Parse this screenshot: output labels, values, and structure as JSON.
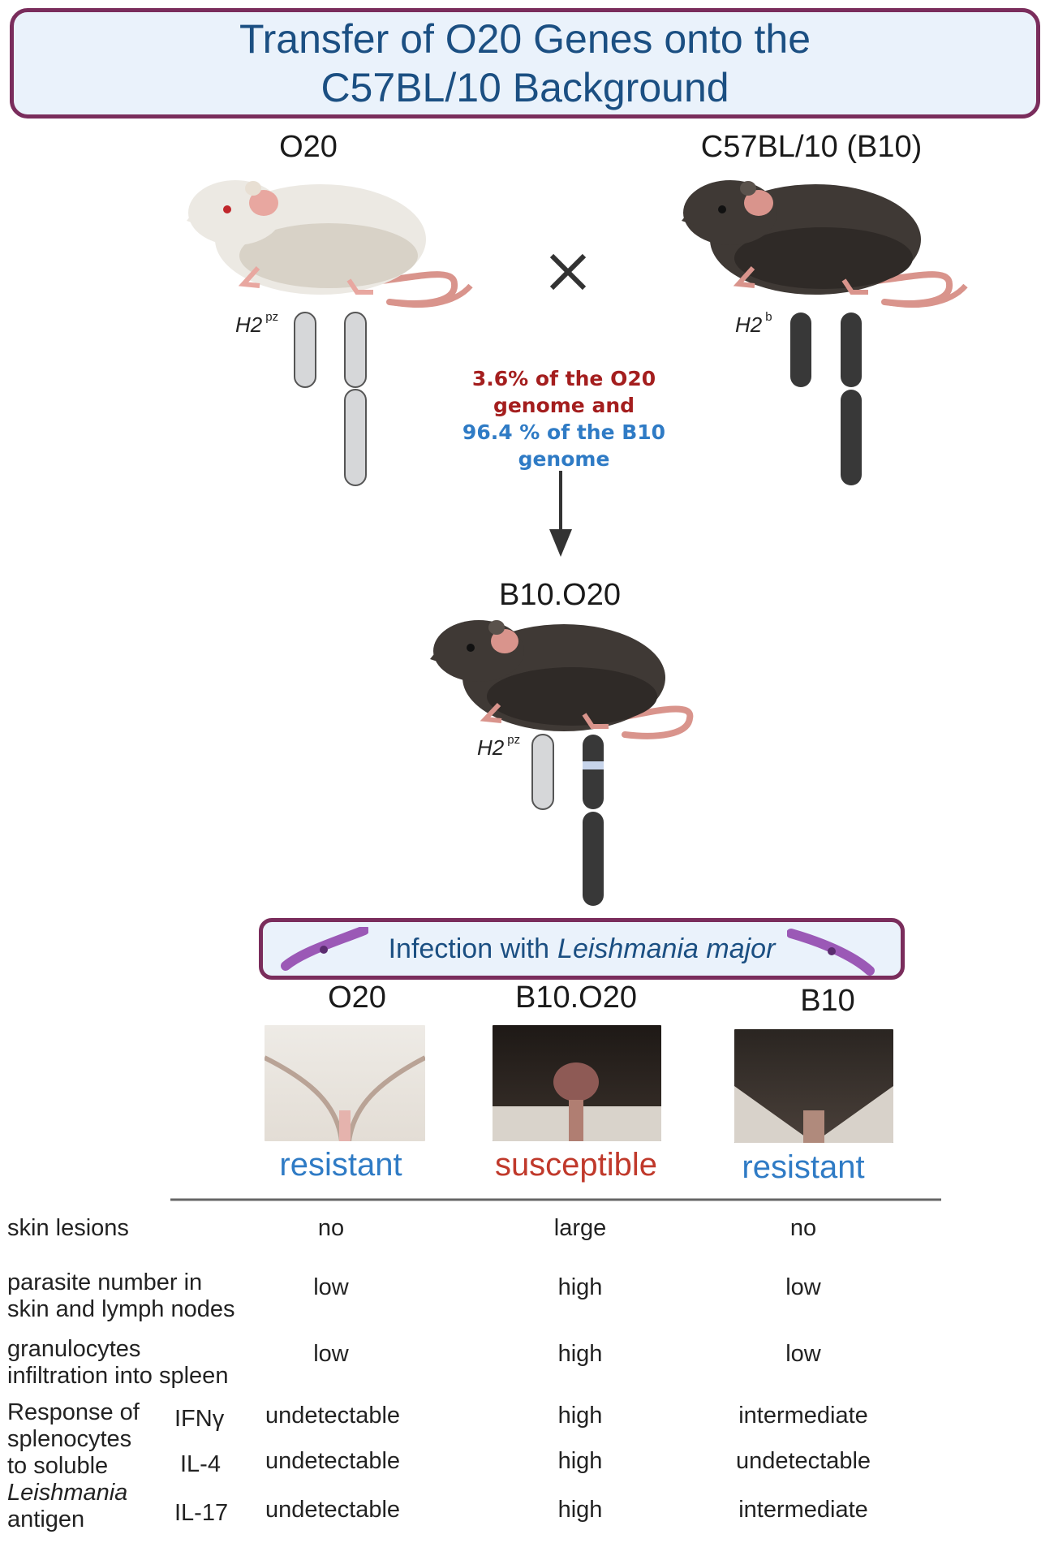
{
  "title": "Transfer of O20 Genes onto the C57BL/10 Background",
  "parents": {
    "left": {
      "label": "O20",
      "haplotype": "H2",
      "haplotype_sup": "pz"
    },
    "right": {
      "label": "C57BL/10 (B10)",
      "haplotype": "H2",
      "haplotype_sup": "b"
    }
  },
  "cross_symbol": "×",
  "genome": {
    "line1": "3.6% of the O20",
    "line2": "genome   and",
    "line3": "96.4 % of the B10",
    "line4": "genome"
  },
  "offspring": {
    "label": "B10.O20",
    "haplotype": "H2",
    "haplotype_sup": "pz"
  },
  "infection": {
    "prefix": "Infection with",
    "species": "Leishmania  major"
  },
  "phenotypes": [
    {
      "strain": "O20",
      "result": "resistant",
      "color": "#2f7bc5"
    },
    {
      "strain": "B10.O20",
      "result": "susceptible",
      "color": "#c0392b"
    },
    {
      "strain": "B10",
      "result": "resistant",
      "color": "#2f7bc5"
    }
  ],
  "table": {
    "rows": [
      {
        "label": "skin lesions",
        "values": [
          "no",
          "large",
          "no"
        ]
      },
      {
        "label": "parasite number in\nskin and lymph nodes",
        "values": [
          "low",
          "high",
          "low"
        ]
      },
      {
        "label": "granulocytes\ninfiltration into spleen",
        "values": [
          "low",
          "high",
          "low"
        ]
      }
    ],
    "response_label_lines": [
      "Response of",
      "splenocytes",
      "to soluble"
    ],
    "response_label_italic": "Leishmania",
    "response_label_last": "antigen",
    "cytokines": [
      {
        "name": "IFNγ",
        "values": [
          "undetectable",
          "high",
          "intermediate"
        ]
      },
      {
        "name": "IL-4",
        "values": [
          "undetectable",
          "high",
          "undetectable"
        ]
      },
      {
        "name": "IL-17",
        "values": [
          "undetectable",
          "high",
          "intermediate"
        ]
      }
    ]
  }
}
